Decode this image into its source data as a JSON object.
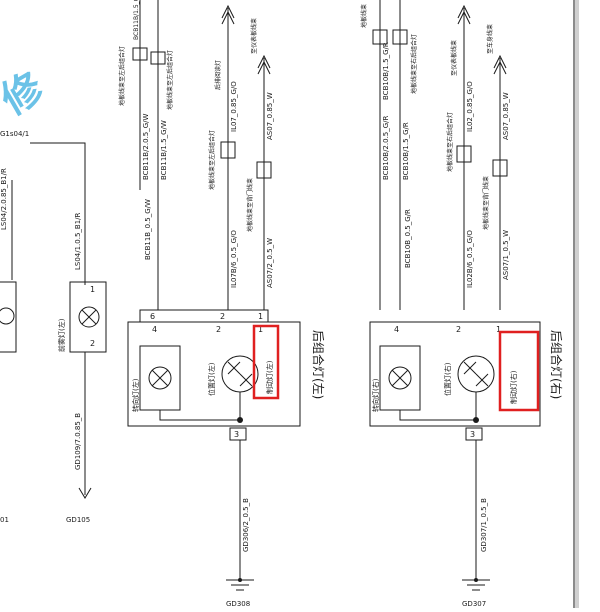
{
  "top_labels": {
    "left_arrow_left": "后排阅读灯",
    "left_arrow_right": "至仪表板线束",
    "right_arrow_left": "至仪表板线束",
    "right_arrow_right": "至车身线束"
  },
  "left_wires": {
    "w1": "BCB11B/1.5_G/W",
    "w2": "BCB11B/2.0.5_G/W",
    "w3": "BCB11B_0.5_G/W",
    "w4": "IL07_0.85_G/O",
    "w5": "IL07B/6_0.5_G/O",
    "w6": "AS07_0.85_W",
    "w7": "AS07/2_0.5_W",
    "c1": "地板线束至左后组合灯",
    "c2": "地板线束至左后组合灯",
    "c3": "地板线束至左后组合灯",
    "c4": "地板线束至背门线束"
  },
  "right_wires": {
    "w1": "BCB10B/1.5_G/R",
    "w2": "BCB10B/2.0.5_G/R",
    "w3": "BCB10B_0.5_G/R",
    "w4": "IL02_0.85_G/O",
    "w5": "IL02B/6_0.5_G/O",
    "w6": "AS07_0.85_W",
    "w7": "AS07/1_0.5_W",
    "c1": "地板线束至右后组合灯",
    "c2": "地板线束至右后组合灯",
    "c3": "地板线束至背门线束"
  },
  "left_edge": {
    "g1": "G1s04/1",
    "g2": "LS04/2.0.85_B1/R",
    "g3": "LS04/1.0.5_B1/R",
    "c_01": "01"
  },
  "fog_lamp": {
    "label": "前雾灯(左)",
    "pin1": "1",
    "pin2": "2",
    "wire": "GD109/7.0.85_B",
    "ground": "GD105"
  },
  "left_assembly": {
    "title": "后组合灯(左)",
    "turn_label": "转向灯(左)",
    "position_label": "位置灯(左)",
    "brake_label": "制动灯(左)",
    "pins": [
      "4",
      "2",
      "1",
      "3",
      "6"
    ],
    "ground_wire": "GD306/2_0.5_B",
    "ground": "GD308"
  },
  "right_assembly": {
    "title": "后组合灯(右)",
    "turn_label": "转向灯(右)",
    "position_label": "位置灯(右)",
    "brake_label": "制动灯(右)",
    "pins": [
      "4",
      "2",
      "1",
      "3"
    ],
    "ground_wire": "GD307/1_0.5_B",
    "ground": "GD307"
  },
  "watermark": "修"
}
